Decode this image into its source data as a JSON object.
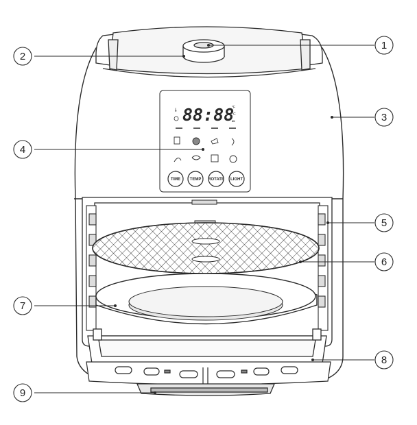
{
  "figure": {
    "description_tag": "air-fryer-oven-parts-diagram"
  },
  "display": {
    "digits": "88:88",
    "unit_f": "°F",
    "unit_c": "°C"
  },
  "buttons": {
    "time": "TIME",
    "temp": "TEMP",
    "rotate": "ROTATE",
    "light": "LIGHT"
  },
  "callouts": [
    {
      "number": "1"
    },
    {
      "number": "2"
    },
    {
      "number": "3"
    },
    {
      "number": "4"
    },
    {
      "number": "5"
    },
    {
      "number": "6"
    },
    {
      "number": "7"
    },
    {
      "number": "8"
    },
    {
      "number": "9"
    }
  ],
  "colors": {
    "line": "#2a2a2a",
    "fill": "#ffffff",
    "shade": "#d9d9d9"
  }
}
